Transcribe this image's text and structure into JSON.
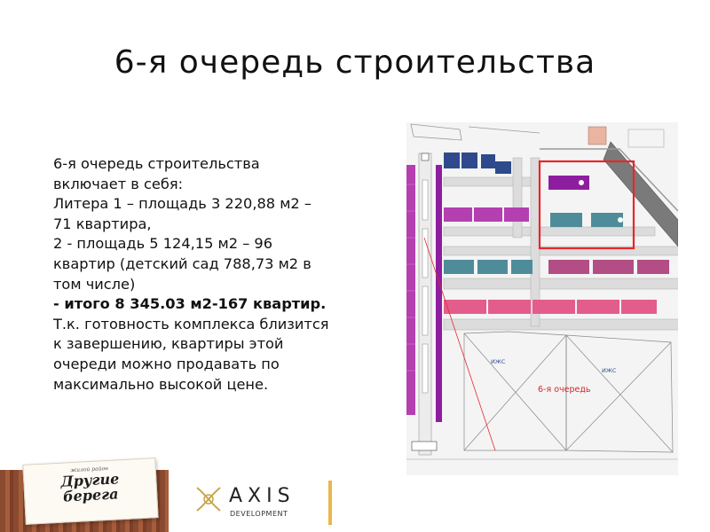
{
  "slide": {
    "title": "6-я очередь строительства"
  },
  "body": {
    "lines": [
      "6-я очередь строительства",
      "включает в себя:",
      "Литера 1 – площадь 3 220,88 м2 –",
      "71 квартира,",
      "2 - площадь 5 124,15 м2 – 96",
      "квартир (детский сад 788,73 м2 в",
      "том числе)"
    ],
    "total": "- итого 8 345.03 м2-167 квартир.",
    "closing_lines": [
      "Т.к. готовность комплекса близится",
      "к завершению, квартиры этой",
      "очереди можно продавать по",
      "максимально высокой цене."
    ]
  },
  "plan": {
    "labels": {
      "izhs_left": "ИЖС",
      "izhs_right": "ИЖС",
      "stage": "6-я очередь"
    },
    "colors": {
      "magenta": "#b43fb0",
      "purple": "#8e1ea0",
      "teal": "#4f8c99",
      "pink": "#e35d8c",
      "mauve": "#b24e85",
      "road": "#7a7a7a",
      "highlight": "#e8262a",
      "navy": "#2f4a8c"
    },
    "highlight_blocks": [
      "1",
      "2"
    ]
  },
  "footer": {
    "brand_sub": "жилой район",
    "brand_line1": "Другие",
    "brand_line2": "берега",
    "company": "AXIS",
    "company_sub": "DEVELOPMENT"
  }
}
